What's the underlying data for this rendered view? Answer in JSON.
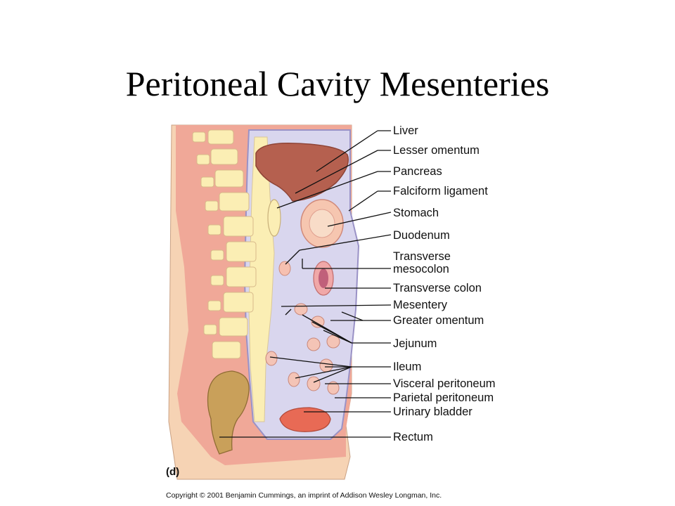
{
  "title": "Peritoneal Cavity Mesenteries",
  "panel_label": "(d)",
  "copyright": "Copyright © 2001 Benjamin Cummings, an imprint of Addison Wesley Longman, Inc.",
  "labels": {
    "liver": "Liver",
    "lesser_omentum": "Lesser omentum",
    "pancreas": "Pancreas",
    "falciform_ligament": "Falciform ligament",
    "stomach": "Stomach",
    "duodenum": "Duodenum",
    "transverse_mesocolon_1": "Transverse",
    "transverse_mesocolon_2": "mesocolon",
    "transverse_colon": "Transverse colon",
    "mesentery": "Mesentery",
    "greater_omentum": "Greater omentum",
    "jejunum": "Jejunum",
    "ileum": "Ileum",
    "visceral_peritoneum": "Visceral peritoneum",
    "parietal_peritoneum": "Parietal peritoneum",
    "urinary_bladder": "Urinary bladder",
    "rectum": "Rectum"
  },
  "colors": {
    "body_wall": "#f0a898",
    "outer_skin": "#f6d3b4",
    "vertebrae": "#fbeeb4",
    "peritoneal_cavity": "#d9d6ee",
    "membrane": "#9a92c6",
    "liver": "#b5604f",
    "stomach": "#f6c6b0",
    "rectum": "#c9a05a",
    "bladder": "#e86a55"
  }
}
